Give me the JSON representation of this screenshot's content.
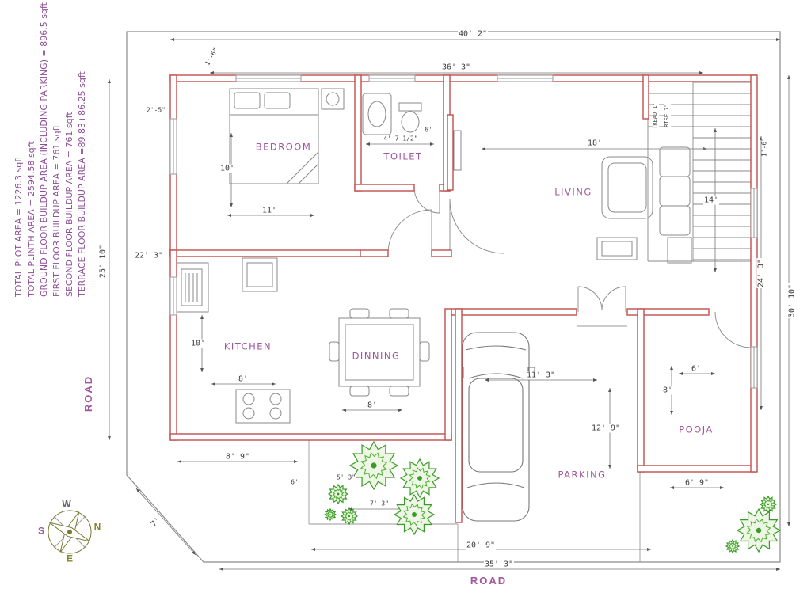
{
  "drawing": {
    "colors": {
      "wall": "#c0504d",
      "label_purple": "#a3569f",
      "tree_green": "#3a9b28",
      "dim_gray": "#777777"
    },
    "notes": [
      "TOTAL PLOT AREA = 1226.3 sqft",
      "TOTAL PLINTH AREA = 2594.58 sqft",
      "GROUND FLOOR BUILDUP AREA (INCLUDING PARKING) = 896.5 sqft",
      "FIRST FLOOR BUILDUP AREA = 761 sqft",
      "SECOND FLOOR BUILDUP AREA = 761 sqft",
      "TERRACE FLOOR BUILDUP AREA =89.83+86.25 sqft"
    ],
    "roads": {
      "left": "ROAD",
      "bottom": "ROAD"
    },
    "compass": {
      "west": "W",
      "north": "N",
      "south": "S",
      "east": "E"
    },
    "rooms": {
      "bedroom": "BEDROOM",
      "toilet": "TOILET",
      "living": "LIVING",
      "kitchen": "KITCHEN",
      "dinning": "DINNING",
      "parking": "PARKING",
      "pooja": "POOJA"
    },
    "stairs": {
      "tread": "TREAD 1'",
      "rise": "RISE 7\""
    },
    "dims": {
      "plot_width": "40' 2\"",
      "building_width": "36' 3\"",
      "offset_top_left": "1'-6\"",
      "offset_left": "2'-5\"",
      "plot_left_height": "25' 10\"",
      "bedroom_depth": "10'",
      "bedroom_width": "11'",
      "left_section": "22' 3\"",
      "toilet_width": "4' 7 1/2\"",
      "toilet_depth": "6'",
      "living_width": "18'",
      "living_depth": "14'",
      "offset_right": "1'-6\"",
      "right_inner_height": "24' 3\"",
      "plot_right_height": "30' 10\"",
      "kitchen_depth": "10'",
      "kitchen_width": "8'",
      "dinning_width": "8'",
      "parking_width": "11' 3\"",
      "parking_depth": "12' 9\"",
      "pooja_width": "6'",
      "pooja_depth": "8'",
      "garden_left": "8' 9\"",
      "garden_a": "6'",
      "garden_b": "5' 3\"",
      "garden_c": "7' 3\"",
      "corner_cut": "7'",
      "bottom_inner": "20' 9\"",
      "bottom_overall": "35' 3\"",
      "pooja_bottom": "6' 9\""
    }
  }
}
